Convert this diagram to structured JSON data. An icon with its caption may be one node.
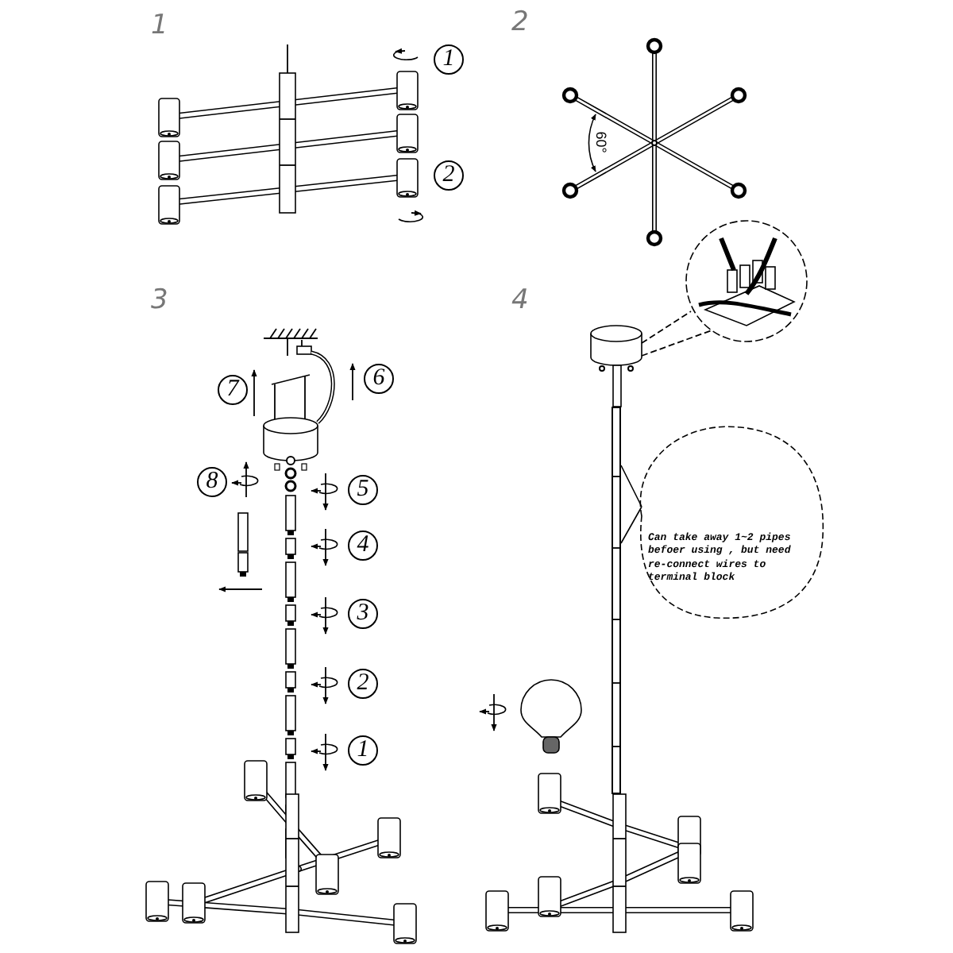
{
  "diagram": {
    "nodes": [
      {
        "text": [
          "Can take away 1~2 pipes befoer using , but need re-connect wires to terminal block"
        ]
      },
      {
        "text": [],
        "shape": "bar"
      }
    ],
    "edges": [
      {
        "from": 0,
        "to": 1,
        "arrow": "none"
      }
    ],
    "labels": [
      "1",
      "1",
      "2",
      "2",
      "60°",
      "3",
      "7",
      "6",
      "8",
      "5",
      "4",
      "3",
      "2",
      "1",
      "4"
    ]
  }
}
